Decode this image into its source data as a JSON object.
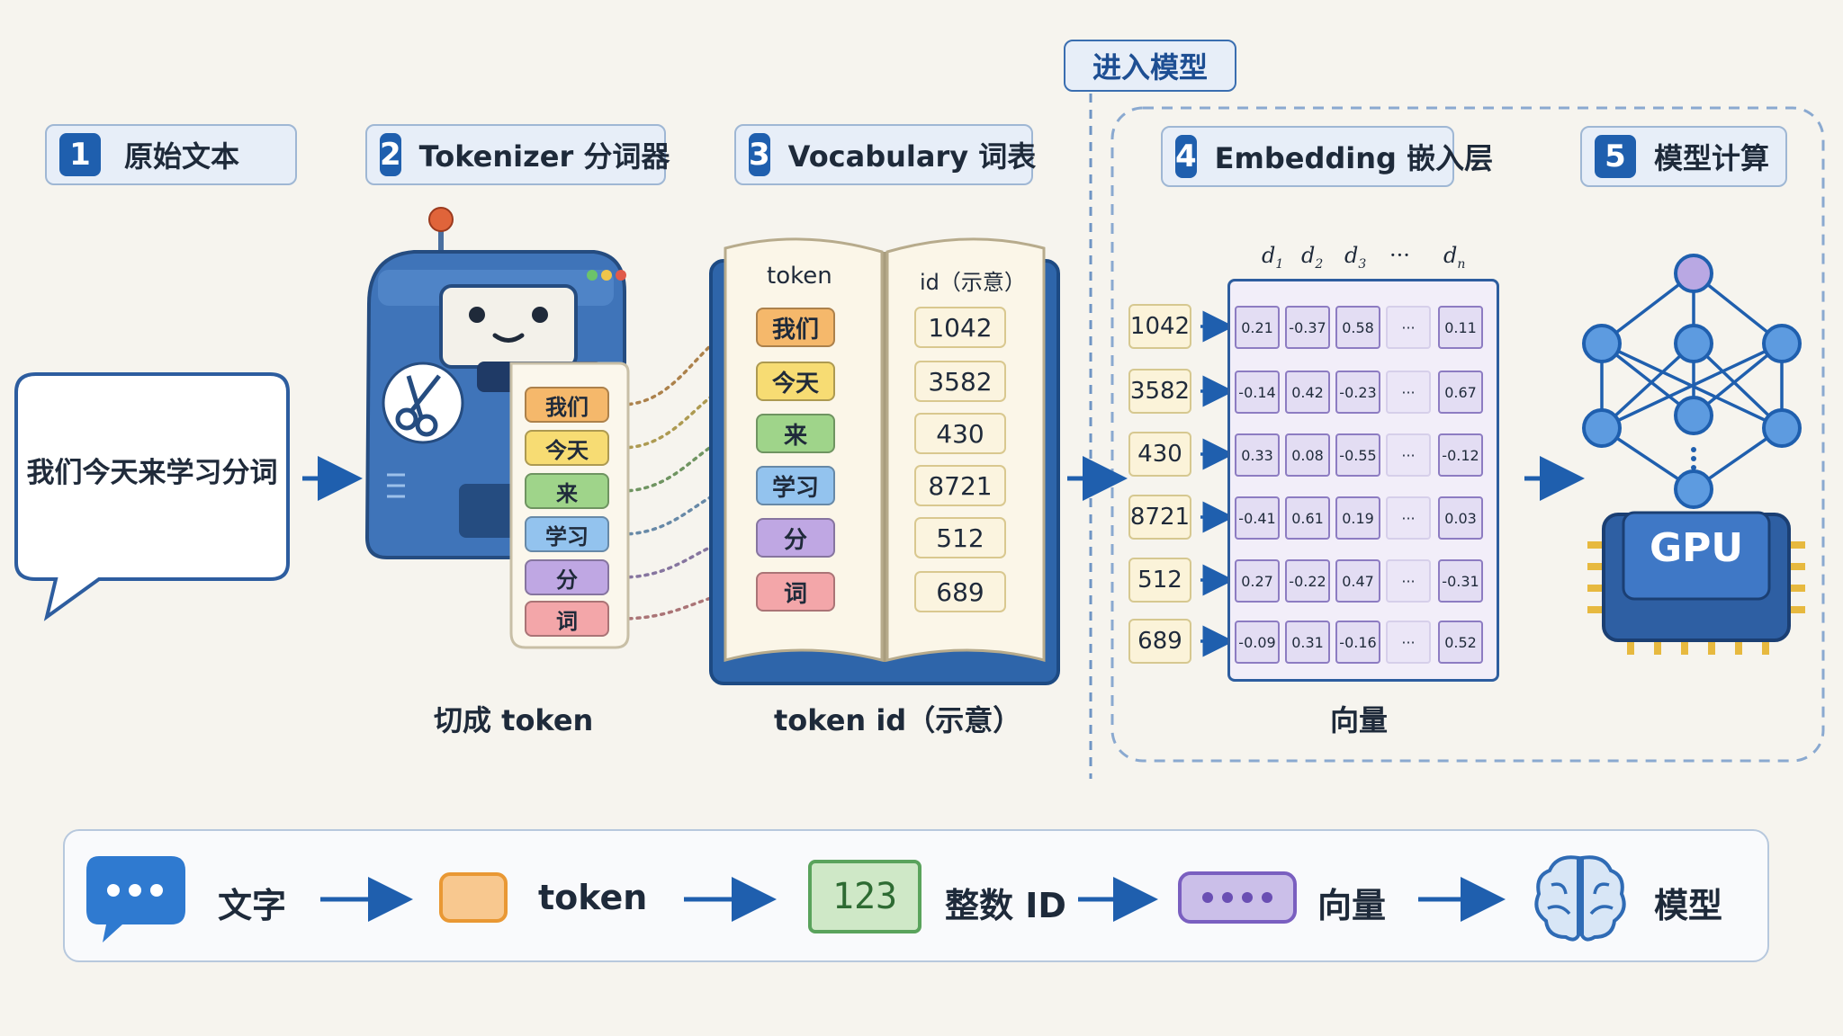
{
  "steps": [
    {
      "num": "1",
      "label": "原始文本"
    },
    {
      "num": "2",
      "label": "Tokenizer 分词器"
    },
    {
      "num": "3",
      "label": "Vocabulary 词表"
    },
    {
      "num": "4",
      "label": "Embedding 嵌入层"
    },
    {
      "num": "5",
      "label": "模型计算"
    }
  ],
  "enter_model": "进入模型",
  "input_text": "我们今天来学习分词",
  "tokens": [
    "我们",
    "今天",
    "来",
    "学习",
    "分",
    "词"
  ],
  "token_colors": [
    "#f5b86b",
    "#f7dc73",
    "#9fd48a",
    "#93c3ee",
    "#bfa7e3",
    "#f3a6a9"
  ],
  "vocab_header": {
    "token": "token",
    "id": "id（示意）"
  },
  "ids": [
    "1042",
    "3582",
    "430",
    "8721",
    "512",
    "689"
  ],
  "dims": {
    "d1": "d",
    "d1_sub": "1",
    "d2": "d",
    "d2_sub": "2",
    "d3": "d",
    "d3_sub": "3",
    "dots": "···",
    "dn": "d",
    "dn_sub": "n"
  },
  "vectors": [
    [
      "0.21",
      "-0.37",
      "0.58",
      "···",
      "0.11"
    ],
    [
      "-0.14",
      "0.42",
      "-0.23",
      "···",
      "0.67"
    ],
    [
      "0.33",
      "0.08",
      "-0.55",
      "···",
      "-0.12"
    ],
    [
      "-0.41",
      "0.61",
      "0.19",
      "···",
      "0.03"
    ],
    [
      "0.27",
      "-0.22",
      "0.47",
      "···",
      "-0.31"
    ],
    [
      "-0.09",
      "0.31",
      "-0.16",
      "···",
      "0.52"
    ]
  ],
  "captions": {
    "tokenizer": "切成 token",
    "vocab": "token id（示意）",
    "embedding": "向量"
  },
  "gpu_label": "GPU",
  "legend": {
    "text": "文字",
    "token": "token",
    "num_box": "123",
    "int_id": "整数 ID",
    "vector": "向量",
    "model": "模型"
  },
  "colors": {
    "accent": "#1f5fae",
    "frame": "#8aa6c8",
    "dashed": "#6f95c4"
  }
}
